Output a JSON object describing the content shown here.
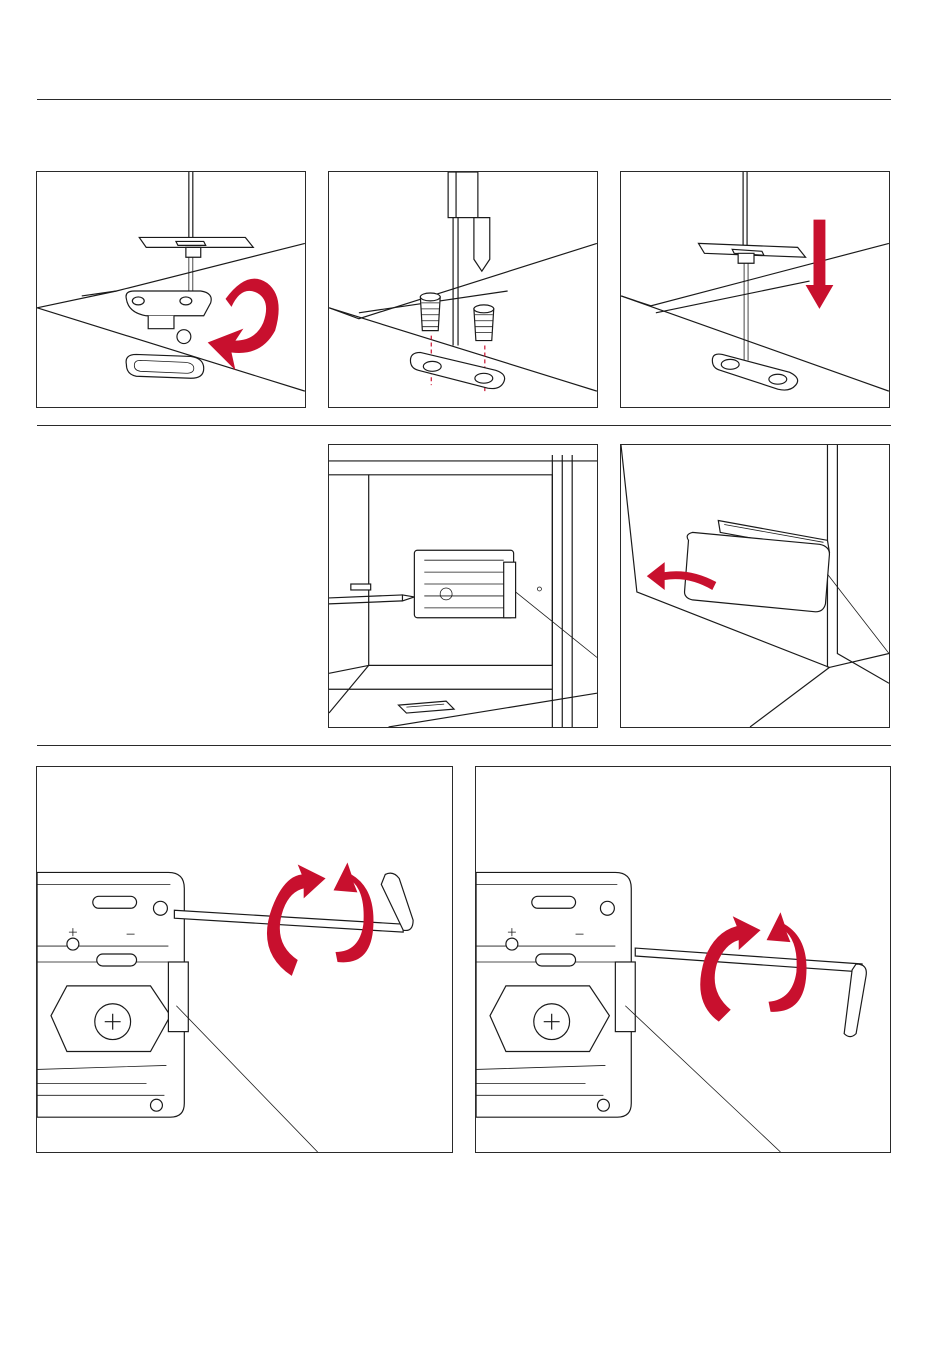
{
  "document": {
    "colors": {
      "line": "#1a1a1a",
      "accent": "#c8102e",
      "background": "#ffffff"
    },
    "steps": [
      {
        "id": "row1-step1",
        "icon": "rotate-clockwise-arrow-icon"
      },
      {
        "id": "row1-step2",
        "icon": "screwdriver-icon"
      },
      {
        "id": "row1-step3",
        "icon": "down-arrow-icon"
      },
      {
        "id": "row2-step1",
        "icon": "screwdriver-icon"
      },
      {
        "id": "row2-step2",
        "icon": "curved-arrow-left-icon"
      },
      {
        "id": "row3-step1",
        "icon": "rotate-both-directions-icon"
      },
      {
        "id": "row3-step2",
        "icon": "rotate-both-directions-icon"
      }
    ]
  }
}
